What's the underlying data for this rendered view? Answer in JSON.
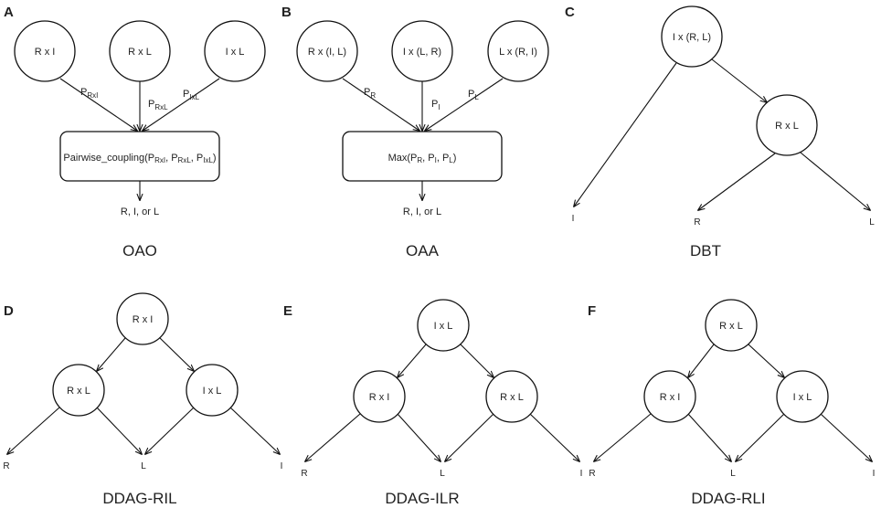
{
  "panels": {
    "A": {
      "letter": "A",
      "caption": "OAO",
      "nodes": {
        "n1": "R x I",
        "n2": "R x L",
        "n3": "I x L"
      },
      "edge_labels": {
        "e1": {
          "main": "P",
          "sub": "RxI"
        },
        "e2": {
          "main": "P",
          "sub": "RxL"
        },
        "e3": {
          "main": "P",
          "sub": "IxL"
        }
      },
      "box": {
        "prefix": "Pairwise_coupling(P",
        "sub1": "RxI",
        "sep1": ", P",
        "sub2": "RxL",
        "sep2": ", P",
        "sub3": "IxL",
        "suffix": ")"
      },
      "output": "R, I, or L"
    },
    "B": {
      "letter": "B",
      "caption": "OAA",
      "nodes": {
        "n1": "R x (I, L)",
        "n2": "I x (L, R)",
        "n3": "L x (R, I)"
      },
      "edge_labels": {
        "e1": {
          "main": "P",
          "sub": "R"
        },
        "e2": {
          "main": "P",
          "sub": "I"
        },
        "e3": {
          "main": "P",
          "sub": "L"
        }
      },
      "box": {
        "prefix": "Max(P",
        "sub1": "R",
        "sep1": ", P",
        "sub2": "I",
        "sep2": ", P",
        "sub3": "L",
        "suffix": ")"
      },
      "output": "R, I, or L"
    },
    "C": {
      "letter": "C",
      "caption": "DBT",
      "nodes": {
        "n1": "I x (R, L)",
        "n2": "R x L"
      },
      "leaves": {
        "l1": "I",
        "l2": "R",
        "l3": "L"
      }
    },
    "D": {
      "letter": "D",
      "caption": "DDAG-RIL",
      "nodes": {
        "top": "R x I",
        "left": "R x L",
        "right": "I x L"
      },
      "leaves": {
        "l1": "R",
        "l2": "L",
        "l3": "I"
      }
    },
    "E": {
      "letter": "E",
      "caption": "DDAG-ILR",
      "nodes": {
        "top": "I x L",
        "left": "R x I",
        "right": "R x L"
      },
      "leaves": {
        "l1": "R",
        "l2": "L",
        "l3": "I"
      }
    },
    "F": {
      "letter": "F",
      "caption": "DDAG-RLI",
      "nodes": {
        "top": "R x L",
        "left": "R x I",
        "right": "I x L"
      },
      "leaves": {
        "l1": "R",
        "l2": "L",
        "l3": "I"
      }
    }
  }
}
